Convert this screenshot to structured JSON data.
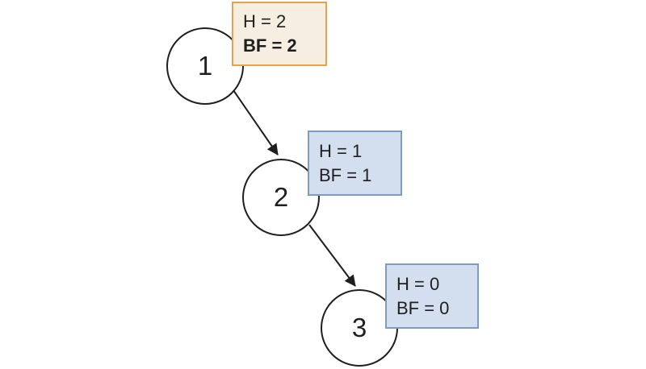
{
  "diagram": {
    "kind": "binary-tree-balance-factor",
    "nodes": [
      {
        "id": "1",
        "label": "1",
        "annotation": {
          "line1": "H = 2",
          "line2": "BF = 2",
          "line2_bold": true,
          "style": "highlight"
        }
      },
      {
        "id": "2",
        "label": "2",
        "annotation": {
          "line1": "H = 1",
          "line2": "BF = 1",
          "line2_bold": false,
          "style": "normal"
        }
      },
      {
        "id": "3",
        "label": "3",
        "annotation": {
          "line1": "H = 0",
          "line2": "BF = 0",
          "line2_bold": false,
          "style": "normal"
        }
      }
    ],
    "edges": [
      {
        "from": "1",
        "to": "2"
      },
      {
        "from": "2",
        "to": "3"
      }
    ],
    "colors": {
      "background": "#ffffff",
      "node_stroke": "#1f1f1f",
      "edge_stroke": "#1f1f1f",
      "text": "#1f1f1f",
      "highlight_box_bg": "#f5eee1",
      "highlight_box_border": "#e7a24b",
      "normal_box_bg": "#d3dfef",
      "normal_box_border": "#7b9cc6"
    }
  }
}
